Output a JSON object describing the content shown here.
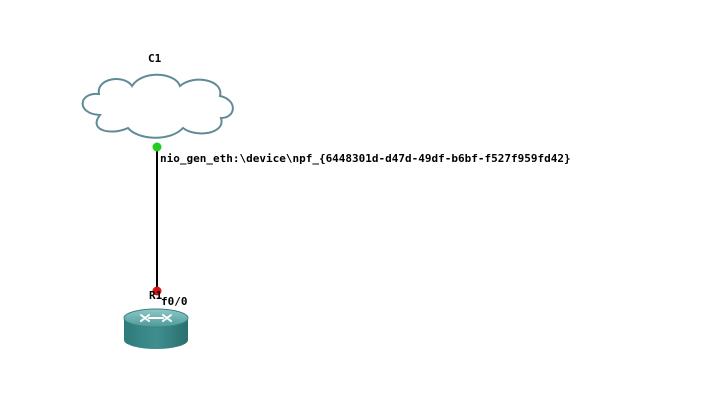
{
  "topology": {
    "cloud": {
      "name": "C1",
      "interface": "nio_gen_eth:\\device\\npf_{6448301d-d47d-49df-b6bf-f527f959fd42}",
      "icon": "cloud-icon",
      "port_status_color": "#22cc22"
    },
    "router": {
      "name": "R1",
      "interface": "f0/0",
      "icon": "router-icon",
      "port_status_color": "#dd1111"
    },
    "link": {
      "color": "#000000"
    }
  }
}
